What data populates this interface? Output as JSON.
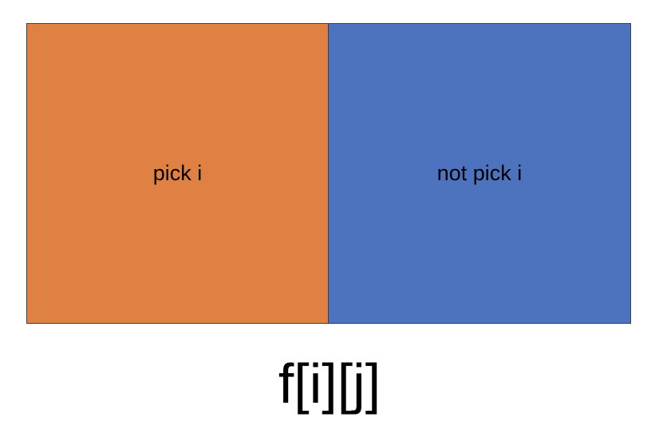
{
  "regions": [
    {
      "label": "pick i",
      "color": "#E08144"
    },
    {
      "label": "not pick i",
      "color": "#4D72BE"
    }
  ],
  "formula": "f[i][j]"
}
